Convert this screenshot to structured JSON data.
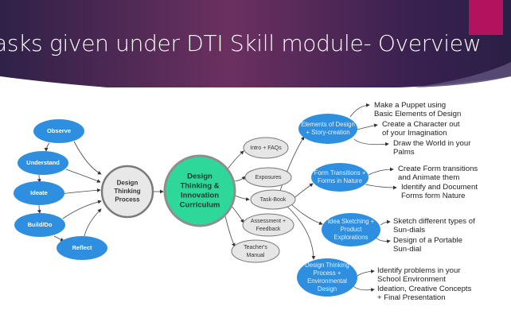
{
  "slide": {
    "title": "asks given under DTI Skill module- Overview",
    "colors": {
      "banner_dark": "#2f2148",
      "banner_mid": "#6b3060",
      "accent": "#b3135e",
      "blue_node": "#2e8ee0",
      "grey_node": "#e6e6e6",
      "green_node": "#2ed89a",
      "node_border": "#8c8c8c"
    }
  },
  "diagram": {
    "process_steps": [
      {
        "id": "observe",
        "label": "Observe"
      },
      {
        "id": "understand",
        "label": "Understand"
      },
      {
        "id": "ideate",
        "label": "Ideate"
      },
      {
        "id": "build",
        "label": "Build/Do"
      },
      {
        "id": "reflect",
        "label": "Reflect"
      }
    ],
    "process_hub": {
      "lines": [
        "Design",
        "Thinking",
        "Process"
      ]
    },
    "curriculum_hub": {
      "lines": [
        "Design",
        "Thinking &",
        "Innovation",
        "Curriculum"
      ]
    },
    "components": [
      {
        "id": "intro",
        "lines": [
          "Intro + FAQs"
        ]
      },
      {
        "id": "exposures",
        "lines": [
          "Exposures"
        ]
      },
      {
        "id": "taskbook",
        "lines": [
          "Task-Book"
        ]
      },
      {
        "id": "assessment",
        "lines": [
          "Assessment +",
          "Feedback"
        ]
      },
      {
        "id": "manual",
        "lines": [
          "Teacher's",
          "Manual"
        ]
      }
    ],
    "modules": [
      {
        "id": "elements",
        "lines": [
          "Elements of Design",
          "+ Story-creation"
        ],
        "tasks": [
          {
            "lines": [
              "Make a Puppet using",
              "Basic Elements of Design"
            ]
          },
          {
            "lines": [
              "Create a Character out",
              "of your Imagination"
            ]
          },
          {
            "lines": [
              "Draw the World in your",
              "Palms"
            ]
          }
        ]
      },
      {
        "id": "form",
        "lines": [
          "Form Transitions +",
          "Forms in Nature"
        ],
        "tasks": [
          {
            "lines": [
              "Create Form transitions",
              "and Animate them"
            ]
          },
          {
            "lines": [
              "Identify and Document",
              "Forms form Nature"
            ]
          }
        ]
      },
      {
        "id": "sketch",
        "lines": [
          "Idea Sketching +",
          "Product",
          "Explorations"
        ],
        "tasks": [
          {
            "lines": [
              "Sketch different types of",
              "Sun-dials"
            ]
          },
          {
            "lines": [
              "Design of a Portable",
              "Sun-dial"
            ]
          }
        ]
      },
      {
        "id": "env",
        "lines": [
          "Design Thinking",
          "Process +",
          "Environmental",
          "Design"
        ],
        "tasks": [
          {
            "lines": [
              "Identify problems in your",
              "School Environment"
            ]
          },
          {
            "lines": [
              "Ideation, Creative Concepts",
              "+ Final Presentation"
            ]
          }
        ]
      }
    ]
  }
}
